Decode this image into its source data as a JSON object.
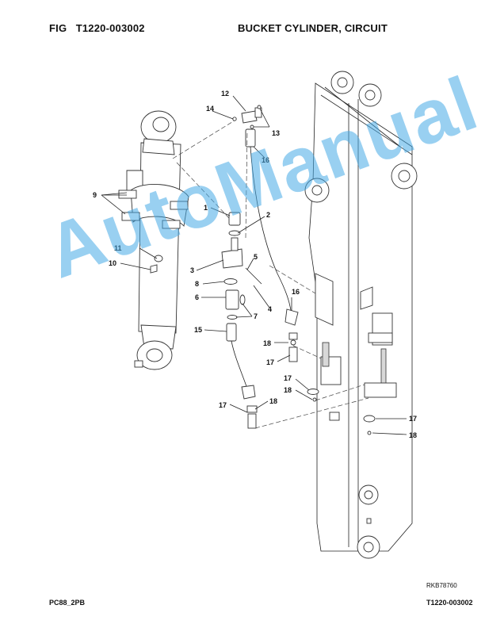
{
  "header": {
    "fig_label": "FIG",
    "fig_number": "T1220-003002",
    "title": "BUCKET CYLINDER, CIRCUIT"
  },
  "diagram": {
    "callouts": {
      "c1": "1",
      "c2": "2",
      "c3": "3",
      "c4": "4",
      "c5": "5",
      "c6": "6",
      "c7": "7",
      "c8": "8",
      "c9": "9",
      "c10": "10",
      "c11": "11",
      "c12": "12",
      "c13": "13",
      "c14": "14",
      "c15": "15",
      "c16a": "16",
      "c16b": "16",
      "c17a": "17",
      "c17b": "17",
      "c17c": "17",
      "c17d": "17",
      "c18a": "18",
      "c18b": "18",
      "c18c": "18",
      "c18d": "18"
    },
    "drawing_ref": "RKB78760"
  },
  "watermark": "AutoManual",
  "footer": {
    "model": "PC88_2PB",
    "page_ref": "T1220-003002"
  }
}
